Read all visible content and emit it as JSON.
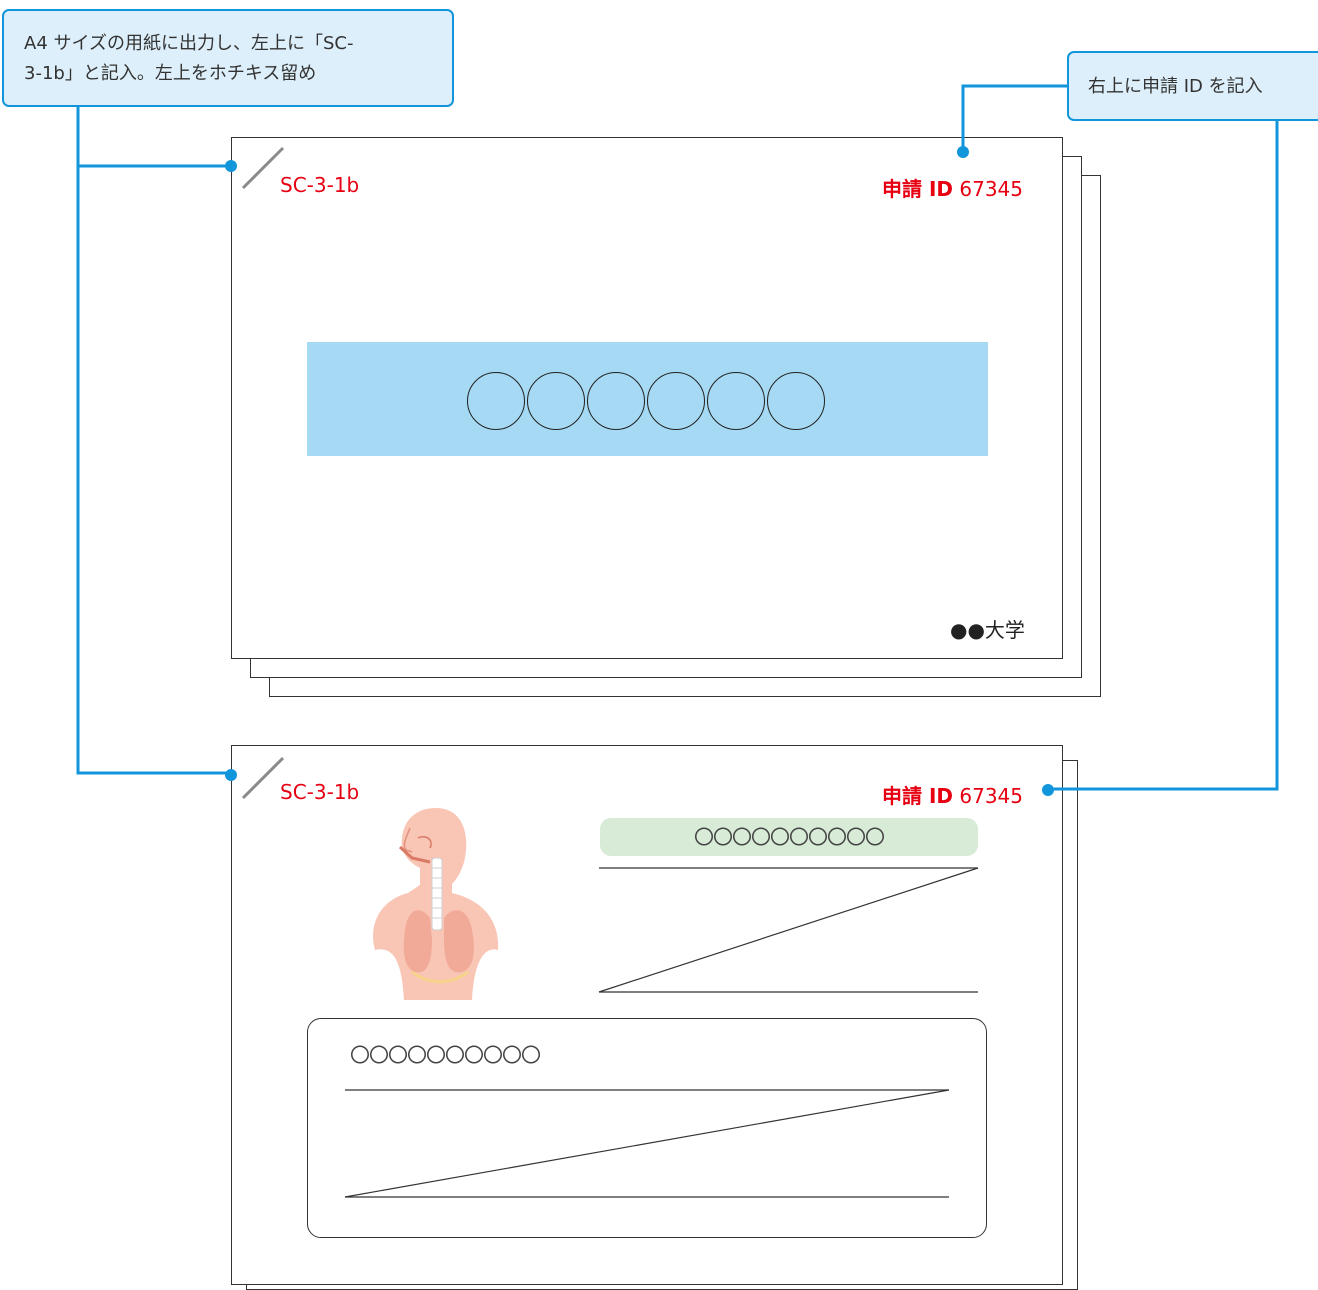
{
  "callouts": {
    "left_line1": "A4 サイズの用紙に出力し、左上に「SC-",
    "left_line2": "3-1b」と記入。左上をホチキス留め",
    "right": "右上に申請 ID を記入"
  },
  "slide1": {
    "code": "SC-3-1b",
    "app_id_label": "申請 ID",
    "app_id_value": "67345",
    "title_circles": [
      "〇",
      "〇",
      "〇",
      "〇",
      "〇",
      "〇"
    ],
    "university": "●●大学"
  },
  "slide2": {
    "code": "SC-3-1b",
    "app_id_label": "申請 ID",
    "app_id_value": "67345",
    "topic_heading": "〇〇〇〇〇〇〇〇〇〇",
    "box_heading": "〇〇〇〇〇〇〇〇〇〇",
    "illustration": "respiratory-system-illustration"
  },
  "colors": {
    "accent": "#1296db",
    "callout_bg": "#ddeffa",
    "red_text": "#e60012",
    "title_band": "#a5d9f4",
    "topic_pill": "#d7ebd6",
    "body_skin": "#f9c5b5"
  }
}
